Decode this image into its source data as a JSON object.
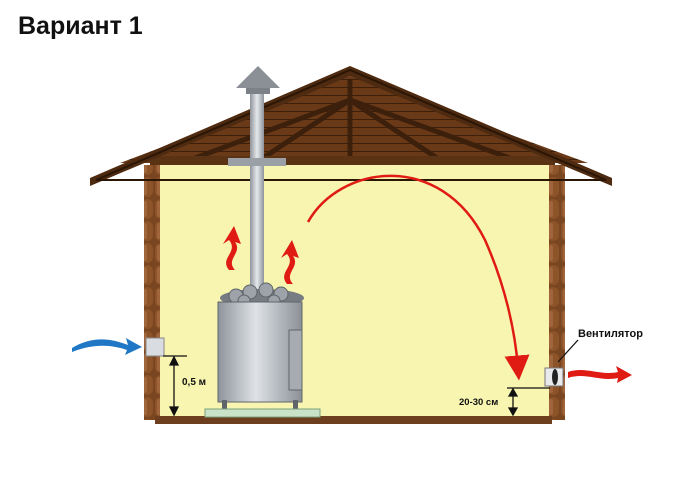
{
  "title": "Вариант 1",
  "labels": {
    "inlet_height": "0,5 м",
    "outlet_height": "20-30 см",
    "fan": "Вентилятор"
  },
  "colors": {
    "interior": "#f7f5b0",
    "wood": "#6e3f1e",
    "roof": "#5a3214",
    "hot_air": "#e01b14",
    "cold_air": "#1f77c6",
    "stove": "#b8bcc2"
  },
  "icons": [
    "hot-air-arrow-icon",
    "cold-air-arrow-icon",
    "fan-icon"
  ]
}
